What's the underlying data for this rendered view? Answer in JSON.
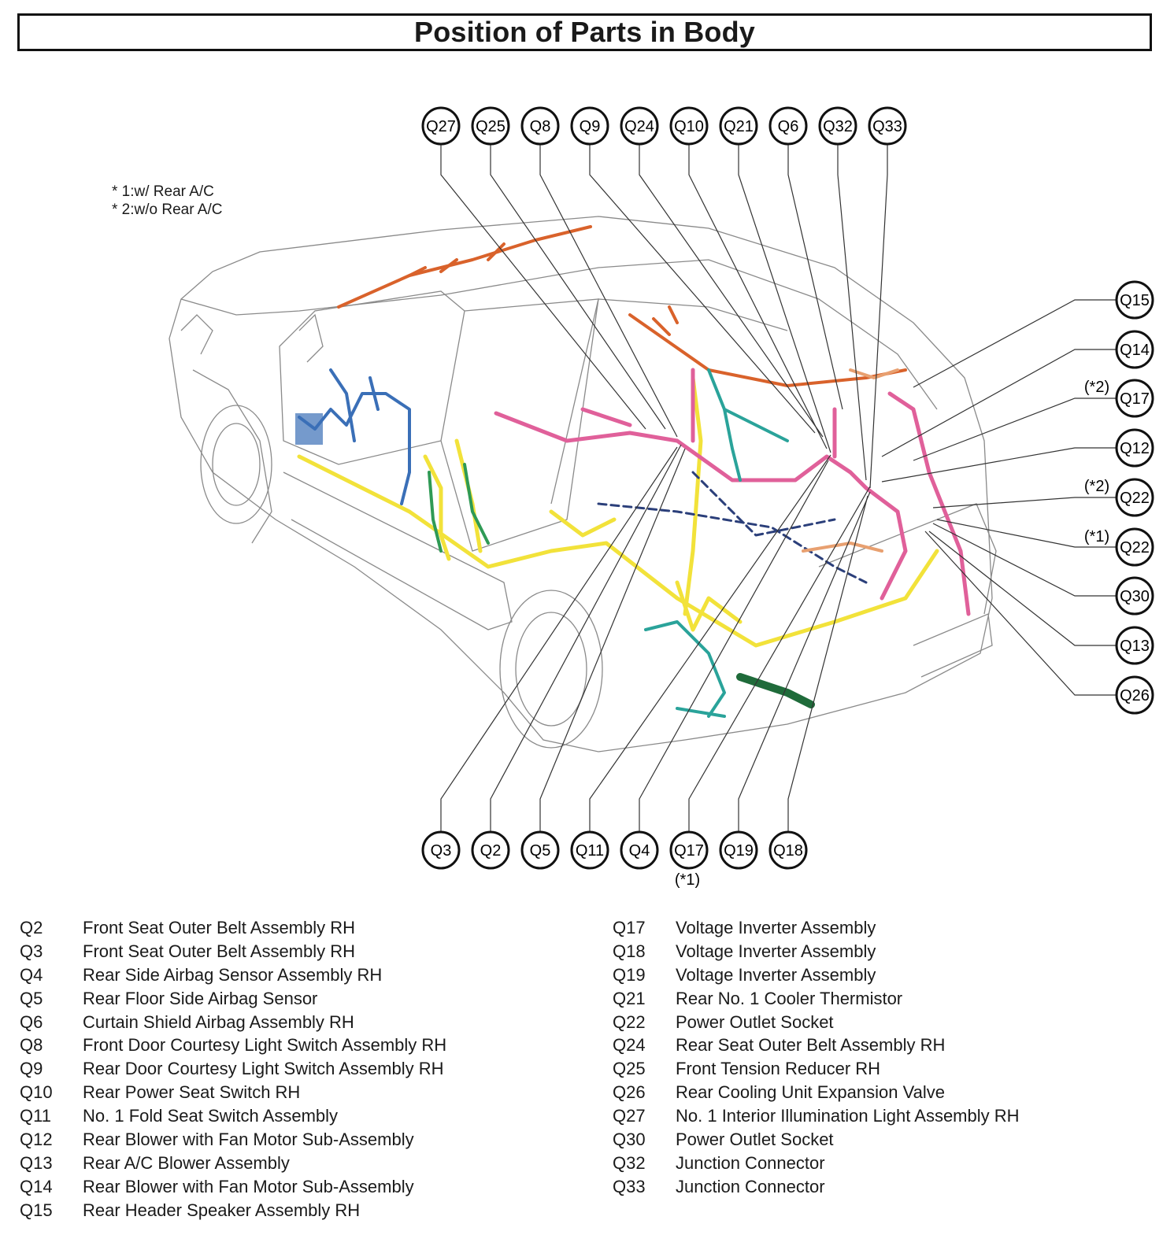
{
  "title": "Position of Parts in Body",
  "notes": [
    "* 1:w/ Rear A/C",
    "* 2:w/o Rear A/C"
  ],
  "callouts_top": [
    "Q27",
    "Q25",
    "Q8",
    "Q9",
    "Q24",
    "Q10",
    "Q21",
    "Q6",
    "Q32",
    "Q33"
  ],
  "callouts_right": [
    {
      "label": "Q15",
      "note": ""
    },
    {
      "label": "Q14",
      "note": ""
    },
    {
      "label": "Q17",
      "note": "(*2)"
    },
    {
      "label": "Q12",
      "note": ""
    },
    {
      "label": "Q22",
      "note": "(*2)"
    },
    {
      "label": "Q22",
      "note": "(*1)"
    },
    {
      "label": "Q30",
      "note": ""
    },
    {
      "label": "Q13",
      "note": ""
    },
    {
      "label": "Q26",
      "note": ""
    }
  ],
  "callouts_bottom": [
    {
      "label": "Q3",
      "note": ""
    },
    {
      "label": "Q2",
      "note": ""
    },
    {
      "label": "Q5",
      "note": ""
    },
    {
      "label": "Q11",
      "note": ""
    },
    {
      "label": "Q4",
      "note": ""
    },
    {
      "label": "Q17",
      "note": "(*1)"
    },
    {
      "label": "Q19",
      "note": ""
    },
    {
      "label": "Q18",
      "note": ""
    }
  ],
  "legend_left": [
    {
      "code": "Q2",
      "name": "Front Seat Outer Belt Assembly RH"
    },
    {
      "code": "Q3",
      "name": "Front Seat Outer Belt Assembly RH"
    },
    {
      "code": "Q4",
      "name": "Rear Side Airbag Sensor Assembly RH"
    },
    {
      "code": "Q5",
      "name": "Rear Floor Side Airbag Sensor"
    },
    {
      "code": "Q6",
      "name": "Curtain Shield Airbag Assembly RH"
    },
    {
      "code": "Q8",
      "name": "Front Door Courtesy Light Switch Assembly RH"
    },
    {
      "code": "Q9",
      "name": "Rear Door Courtesy Light Switch Assembly RH"
    },
    {
      "code": "Q10",
      "name": "Rear Power Seat Switch RH"
    },
    {
      "code": "Q11",
      "name": "No. 1 Fold Seat Switch Assembly"
    },
    {
      "code": "Q12",
      "name": "Rear Blower with Fan Motor Sub-Assembly"
    },
    {
      "code": "Q13",
      "name": "Rear A/C Blower Assembly"
    },
    {
      "code": "Q14",
      "name": "Rear Blower with Fan Motor Sub-Assembly"
    },
    {
      "code": "Q15",
      "name": "Rear Header Speaker Assembly RH"
    }
  ],
  "legend_right": [
    {
      "code": "Q17",
      "name": "Voltage Inverter Assembly"
    },
    {
      "code": "Q18",
      "name": "Voltage Inverter Assembly"
    },
    {
      "code": "Q19",
      "name": "Voltage Inverter Assembly"
    },
    {
      "code": "Q21",
      "name": "Rear No. 1 Cooler Thermistor"
    },
    {
      "code": "Q22",
      "name": "Power Outlet Socket"
    },
    {
      "code": "Q24",
      "name": "Rear Seat Outer Belt Assembly RH"
    },
    {
      "code": "Q25",
      "name": "Front Tension Reducer RH"
    },
    {
      "code": "Q26",
      "name": "Rear Cooling Unit Expansion Valve"
    },
    {
      "code": "Q27",
      "name": "No. 1 Interior Illumination Light Assembly RH"
    },
    {
      "code": "Q30",
      "name": "Power Outlet Socket"
    },
    {
      "code": "Q32",
      "name": "Junction Connector"
    },
    {
      "code": "Q33",
      "name": "Junction Connector"
    }
  ],
  "harness_colors": {
    "orange": "#d9622b",
    "blue": "#3a6fb7",
    "yellow": "#f2e23a",
    "green": "#2f9a55",
    "pink": "#e0609a",
    "teal": "#2aa39a",
    "navy": "#2b3f7a",
    "tan": "#e8a070"
  }
}
